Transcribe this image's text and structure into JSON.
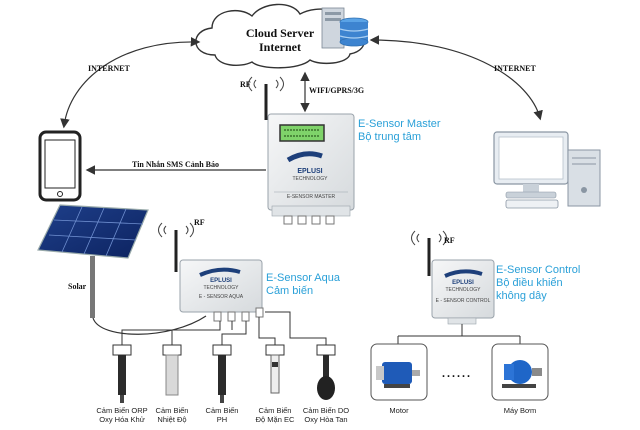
{
  "cloud": {
    "line1": "Cloud Server",
    "line2": "Internet"
  },
  "links": {
    "internet_left": "INTERNET",
    "internet_right": "INTERNET",
    "wifi": "WIFI/GPRS/3G",
    "sms": "Tin Nhắn SMS Cảnh Báo",
    "rf_master": "RF",
    "rf_aqua": "RF",
    "rf_control": "RF",
    "solar": "Solar"
  },
  "master": {
    "title": "E-Sensor Master",
    "subtitle": "Bộ trung tâm",
    "brand": "EPLUSI",
    "tag": "TECHNOLOGY",
    "model": "E-SENSOR MASTER"
  },
  "aqua": {
    "title": "E-Sensor Aqua",
    "subtitle": "Cảm biến",
    "brand": "EPLUSI",
    "tag": "TECHNOLOGY",
    "model": "E - SENSOR AQUA"
  },
  "control": {
    "title": "E-Sensor Control",
    "subtitle1": "Bộ điều khiển",
    "subtitle2": "không dây",
    "brand": "EPLUSI",
    "tag": "TECHNOLOGY",
    "model": "E - SENSOR CONTROL"
  },
  "sensors": [
    {
      "line1": "Cảm Biến ORP",
      "line2": "Oxy Hóa Khử"
    },
    {
      "line1": "Cảm Biến",
      "line2": "Nhiệt Độ"
    },
    {
      "line1": "Cảm Biến",
      "line2": "PH"
    },
    {
      "line1": "Cảm Biến",
      "line2": "Độ Mặn EC"
    },
    {
      "line1": "Cảm Biến DO",
      "line2": "Oxy Hòa Tan"
    }
  ],
  "actuators": {
    "motor": "Motor",
    "pump": "Máy Bơm",
    "ellipsis": "......"
  },
  "colors": {
    "accent": "#2aa0d8",
    "device": "#e9ecef",
    "line": "#555555"
  }
}
